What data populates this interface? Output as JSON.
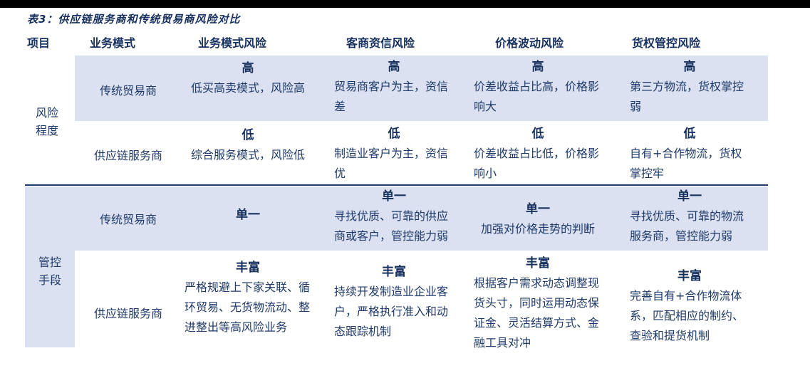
{
  "title": "表3：供应链服务商和传统贸易商风险对比",
  "columns": {
    "project": "项目",
    "biz_model": "业务模式",
    "biz_model_risk": "业务模式风险",
    "customer_credit_risk": "客商资信风险",
    "price_volatility_risk": "价格波动风险",
    "goods_right_control_risk": "货权管控风险"
  },
  "colors": {
    "row_band": "#dbe1f1",
    "text_navy": "#1f3a68",
    "title_navy": "#17315f",
    "top_bar": "#000000"
  },
  "row_groups": [
    {
      "label": "风险程度",
      "rows": [
        {
          "entity": "传统贸易商",
          "cells": [
            {
              "level": "高",
              "desc": "低买高卖模式，风险高"
            },
            {
              "level": "高",
              "desc": "贸易商客户为主，资信差"
            },
            {
              "level": "高",
              "desc": "价差收益占比高，价格影响大"
            },
            {
              "level": "高",
              "desc": "第三方物流，货权掌控弱"
            }
          ]
        },
        {
          "entity": "供应链服务商",
          "cells": [
            {
              "level": "低",
              "desc": "综合服务模式，风险低"
            },
            {
              "level": "低",
              "desc": "制造业客户为主，资信优"
            },
            {
              "level": "低",
              "desc": "价差收益占比低，价格影响小"
            },
            {
              "level": "低",
              "desc": "自有+合作物流，货权掌控牢"
            }
          ]
        }
      ]
    },
    {
      "label": "管控手段",
      "rows": [
        {
          "entity": "传统贸易商",
          "cells": [
            {
              "level": "单一",
              "desc": ""
            },
            {
              "level": "单一",
              "desc": "寻找优质、可靠的供应商或客户，管控能力弱"
            },
            {
              "level": "单一",
              "desc": "加强对价格走势的判断"
            },
            {
              "level": "单一",
              "desc": "寻找优质、可靠的物流服务商，管控能力弱"
            }
          ]
        },
        {
          "entity": "供应链服务商",
          "cells": [
            {
              "level": "丰富",
              "desc": "严格规避上下家关联、循环贸易、无货物流动、整进整出等高风险业务"
            },
            {
              "level": "丰富",
              "desc": "持续开发制造业企业客户，严格执行准入和动态跟踪机制"
            },
            {
              "level": "丰富",
              "desc": "根据客户需求动态调整现货头寸，同时运用动态保证金、灵活结算方式、金融工具对冲"
            },
            {
              "level": "丰富",
              "desc": "完善自有+合作物流体系，匹配相应的制约、查验和提货机制"
            }
          ]
        }
      ]
    }
  ]
}
